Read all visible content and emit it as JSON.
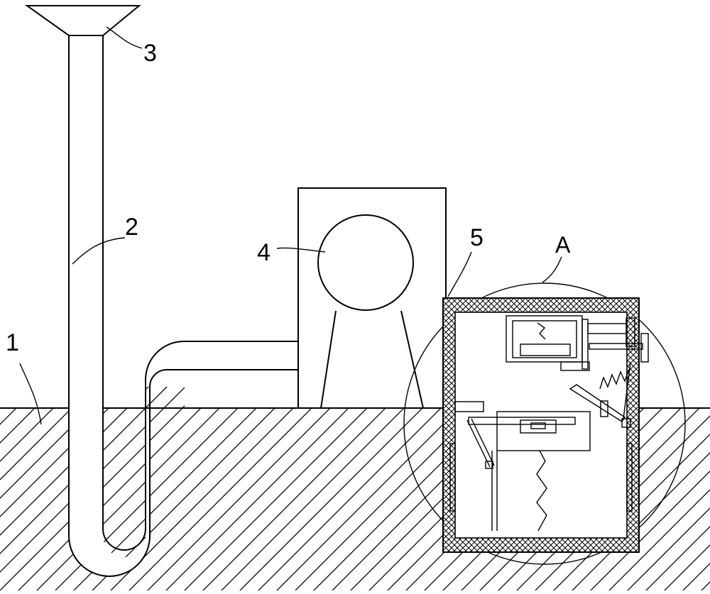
{
  "diagram": {
    "labels": {
      "ground": "1",
      "pipe": "2",
      "funnel": "3",
      "fan": "4",
      "box": "5",
      "detail": "A"
    }
  }
}
